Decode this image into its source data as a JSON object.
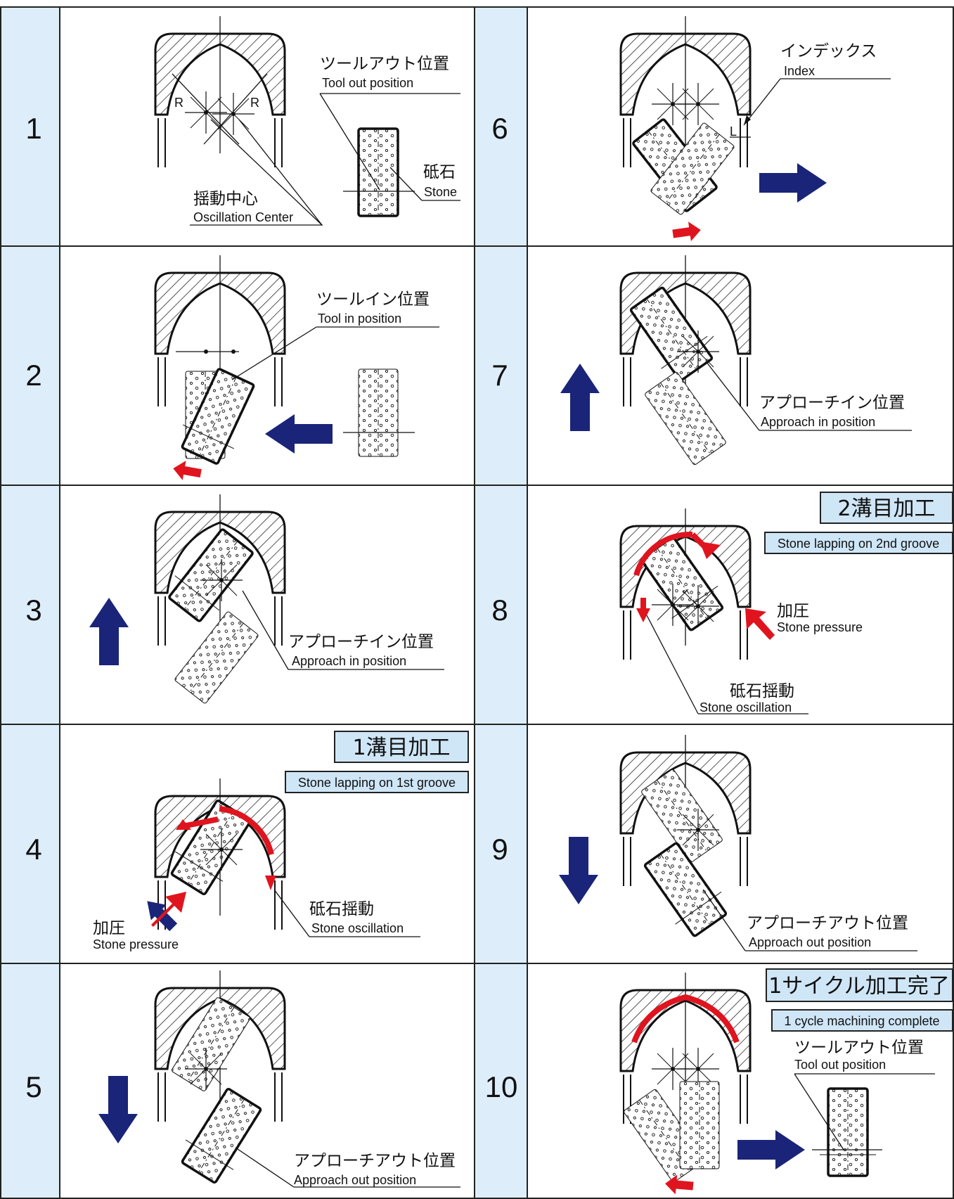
{
  "steps": [
    {
      "num": "1",
      "labels": [
        {
          "jp": "ツールアウト位置",
          "en": "Tool out position"
        },
        {
          "jp": "砥石",
          "en": "Stone"
        },
        {
          "jp": "揺動中心",
          "en": "Oscillation Center"
        }
      ],
      "r": "R"
    },
    {
      "num": "2",
      "labels": [
        {
          "jp": "ツールイン位置",
          "en": "Tool in position"
        }
      ]
    },
    {
      "num": "3",
      "labels": [
        {
          "jp": "アプローチイン位置",
          "en": "Approach in position"
        }
      ]
    },
    {
      "num": "4",
      "title": "1溝目加工",
      "subtitle": "Stone lapping on 1st groove",
      "labels": [
        {
          "jp": "砥石揺動",
          "en": "Stone oscillation"
        },
        {
          "jp": "加圧",
          "en": "Stone pressure"
        }
      ]
    },
    {
      "num": "5",
      "labels": [
        {
          "jp": "アプローチアウト位置",
          "en": "Approach out position"
        }
      ]
    },
    {
      "num": "6",
      "labels": [
        {
          "jp": "インデックス",
          "en": "Index"
        }
      ],
      "l": "L"
    },
    {
      "num": "7",
      "labels": [
        {
          "jp": "アプローチイン位置",
          "en": "Approach in position"
        }
      ]
    },
    {
      "num": "8",
      "title": "2溝目加工",
      "subtitle": "Stone lapping on 2nd groove",
      "labels": [
        {
          "jp": "加圧",
          "en": "Stone pressure"
        },
        {
          "jp": "砥石揺動",
          "en": "Stone oscillation"
        }
      ]
    },
    {
      "num": "9",
      "labels": [
        {
          "jp": "アプローチアウト位置",
          "en": "Approach out position"
        }
      ]
    },
    {
      "num": "10",
      "title": "1サイクル加工完了",
      "subtitle": "1 cycle machining complete",
      "labels": [
        {
          "jp": "ツールアウト位置",
          "en": "Tool out position"
        }
      ]
    }
  ],
  "colors": {
    "cell": "#ddeefa",
    "border": "#222222",
    "arrow_blue": "#1a2478",
    "arrow_red": "#e0141e",
    "title_bg": "#cfe6f7"
  },
  "icons": [
    "hatched-workpiece",
    "grinding-stone",
    "move-arrow",
    "rotation-arrow"
  ]
}
